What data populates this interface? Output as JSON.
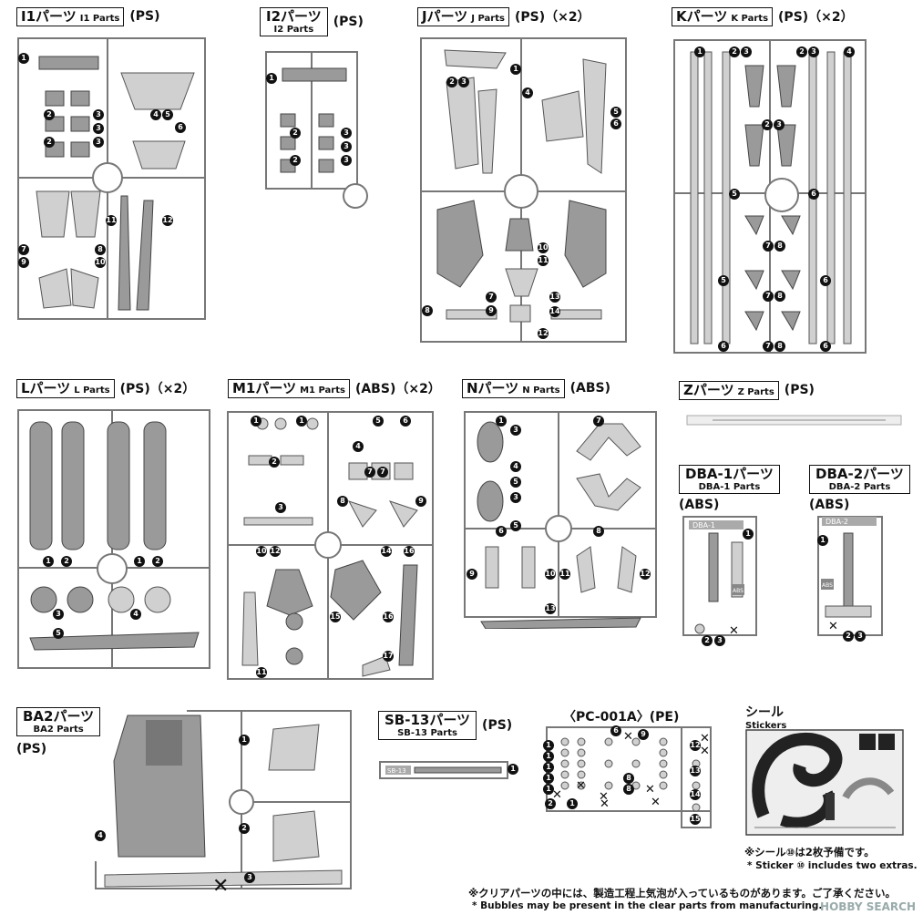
{
  "frames": {
    "i1": {
      "jp": "I1パーツ",
      "en": "I1 Parts",
      "material": "(PS)"
    },
    "i2": {
      "jp": "I2パーツ",
      "en": "I2 Parts",
      "material": "(PS)"
    },
    "j": {
      "jp": "Jパーツ",
      "en": "J Parts",
      "material": "(PS)（×2）"
    },
    "k": {
      "jp": "Kパーツ",
      "en": "K Parts",
      "material": "(PS)（×2）"
    },
    "l": {
      "jp": "Lパーツ",
      "en": "L Parts",
      "material": "(PS)（×2）"
    },
    "m1": {
      "jp": "M1パーツ",
      "en": "M1 Parts",
      "material": "(ABS)（×2）"
    },
    "n": {
      "jp": "Nパーツ",
      "en": "N Parts",
      "material": "(ABS)"
    },
    "z": {
      "jp": "Zパーツ",
      "en": "Z Parts",
      "material": "(PS)"
    },
    "dba1": {
      "jp": "DBA-1パーツ",
      "en": "DBA-1 Parts",
      "material": "(ABS)",
      "runner_tag": "DBA-1",
      "abs_tag": "ABS"
    },
    "dba2": {
      "jp": "DBA-2パーツ",
      "en": "DBA-2 Parts",
      "material": "(ABS)",
      "runner_tag": "DBA-2",
      "abs_tag": "ABS"
    },
    "ba2": {
      "jp": "BA2パーツ",
      "en": "BA2 Parts",
      "material": "(PS)"
    },
    "sb13": {
      "jp": "SB-13パーツ",
      "en": "SB-13 Parts",
      "material": "(PS)",
      "runner_tag": "SB-13"
    },
    "pc001a": {
      "title": "〈PC-001A〉(PE)"
    },
    "stickers": {
      "jp": "シール",
      "en": "Stickers"
    }
  },
  "notes": {
    "sticker_jp": "※シール⑩は2枚予備です。",
    "sticker_en": "* Sticker ⑩ includes two extras.",
    "bubbles_jp": "※クリアパーツの中には、製造工程上気泡が入っているものがあります。ご了承ください。",
    "bubbles_en": "* Bubbles may be present in the clear parts from manufacturing."
  },
  "watermark": "HOBBY SEARCH",
  "part_numbers": {
    "i1": [
      "1",
      "2",
      "2",
      "3",
      "3",
      "3",
      "4",
      "5",
      "6",
      "7",
      "8",
      "9",
      "10",
      "11",
      "12"
    ],
    "i2": [
      "1",
      "2",
      "2",
      "3",
      "3",
      "3"
    ],
    "j": [
      "1",
      "2",
      "3",
      "4",
      "5",
      "6",
      "7",
      "8",
      "9",
      "10",
      "11",
      "12",
      "13",
      "14"
    ],
    "k": [
      "1",
      "2",
      "3",
      "2",
      "3",
      "4",
      "2",
      "3",
      "5",
      "6",
      "7",
      "8",
      "5",
      "6",
      "7",
      "8",
      "6",
      "7",
      "8",
      "6"
    ],
    "l": [
      "1",
      "2",
      "1",
      "2",
      "3",
      "4",
      "5"
    ],
    "m1": [
      "1",
      "1",
      "2",
      "5",
      "6",
      "4",
      "7",
      "7",
      "3",
      "8",
      "9",
      "10",
      "12",
      "14",
      "16",
      "15",
      "16",
      "17",
      "11"
    ],
    "n": [
      "1",
      "3",
      "4",
      "5",
      "3",
      "5",
      "6",
      "7",
      "8",
      "9",
      "10",
      "11",
      "12",
      "13"
    ],
    "dba1": [
      "1",
      "2",
      "3"
    ],
    "dba2": [
      "1",
      "2",
      "3"
    ],
    "ba2": [
      "1",
      "2",
      "3",
      "4"
    ],
    "sb13": [
      "1"
    ],
    "pc": [
      "1",
      "1",
      "1",
      "1",
      "1",
      "1",
      "2",
      "6",
      "9",
      "8",
      "8",
      "12",
      "13",
      "14",
      "15"
    ]
  }
}
